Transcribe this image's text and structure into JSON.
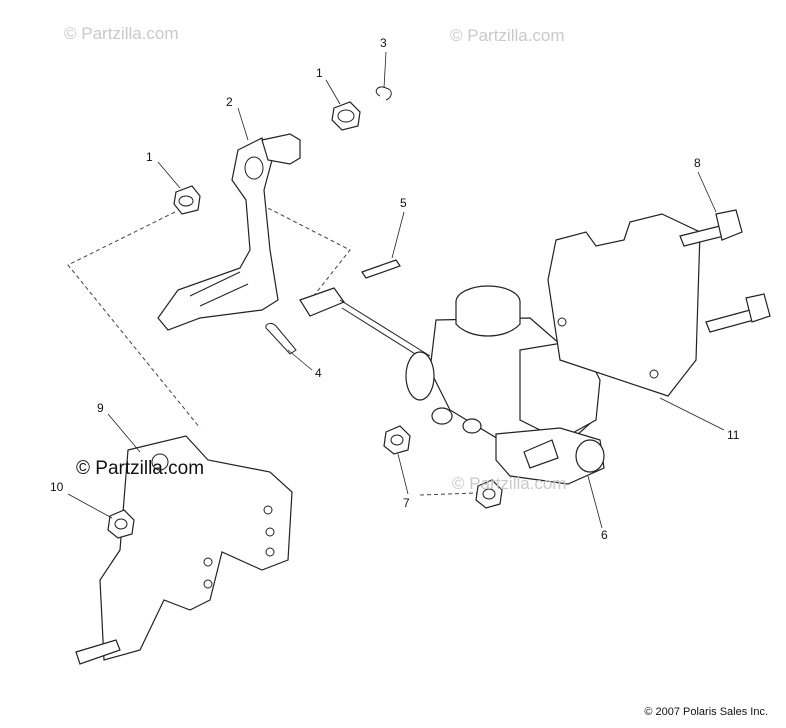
{
  "watermarks": {
    "top_left": "© Partzilla.com",
    "top_right": "© Partzilla.com",
    "center": "© Partzilla.com",
    "mid_left": "© Partzilla.com"
  },
  "callouts": {
    "c1a": "1",
    "c1b": "1",
    "c2": "2",
    "c3": "3",
    "c4": "4",
    "c5": "5",
    "c6": "6",
    "c7": "7",
    "c8": "8",
    "c9": "9",
    "c10": "10",
    "c11": "11"
  },
  "copyright": "© 2007 Polaris Sales Inc."
}
